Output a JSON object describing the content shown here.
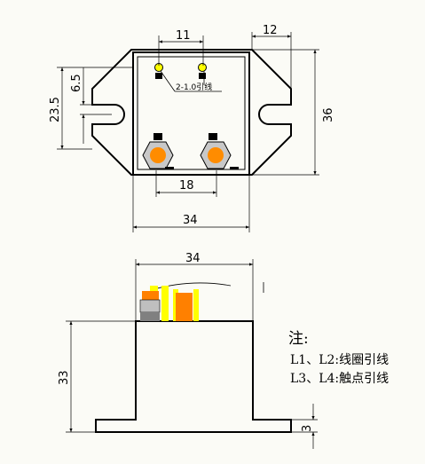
{
  "top_view": {
    "dim_pin_pitch_top": "11",
    "dim_ear_width": "12",
    "dim_height_total": "36",
    "dim_bottom_hole_offset": "6.5",
    "dim_slot_height": "23.5",
    "dim_terminal_pitch": "18",
    "dim_body_width": "34",
    "pin_callout": "2-1.0引线"
  },
  "side_view": {
    "dim_width": "34",
    "dim_height": "33",
    "dim_base_thickness": "3"
  },
  "notes": {
    "title": "注:",
    "line1": "L1、L2:线圈引线",
    "line2": "L3、L4:触点引线"
  },
  "colors": {
    "outline": "#000000",
    "pin": "#ffff00",
    "terminal_ring": "#c8c8c8",
    "terminal_core": "#ff8c00",
    "coil_yellow": "#ffff00",
    "coil_orange": "#ff8000"
  }
}
